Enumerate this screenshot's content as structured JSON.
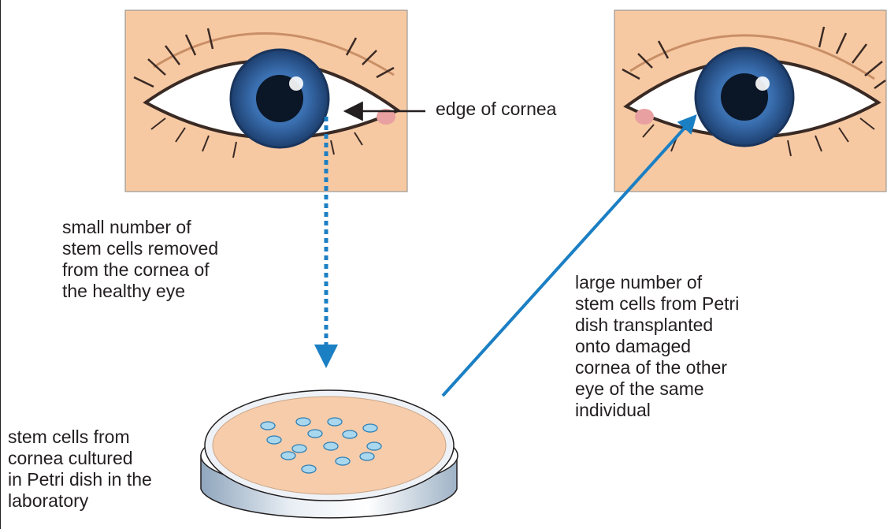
{
  "labels": {
    "edge_of_cornea": "edge of cornea",
    "stem_cells_removed": "small number of\nstem cells removed\nfrom the cornea of\nthe healthy eye",
    "stem_cells_transplanted": "large number of\nstem cells from Petri\ndish transplanted\nonto damaged\ncornea of the other\neye of the same\nindividual",
    "stem_cells_cultured": "stem cells from\ncornea cultured\nin Petri dish in the\nlaboratory"
  },
  "colors": {
    "skin": "#f7c9a3",
    "panel_border": "#7a7a7a",
    "arrow_blue": "#1b7fc4",
    "text": "#231f20",
    "iris": "#2c5c92",
    "cell_fill": "#a9d7ee",
    "dish_agar": "#f6ccaa"
  },
  "icons": {
    "healthy_eye": "eye-icon",
    "damaged_eye": "eye-icon",
    "petri_dish": "petri-dish-icon"
  }
}
